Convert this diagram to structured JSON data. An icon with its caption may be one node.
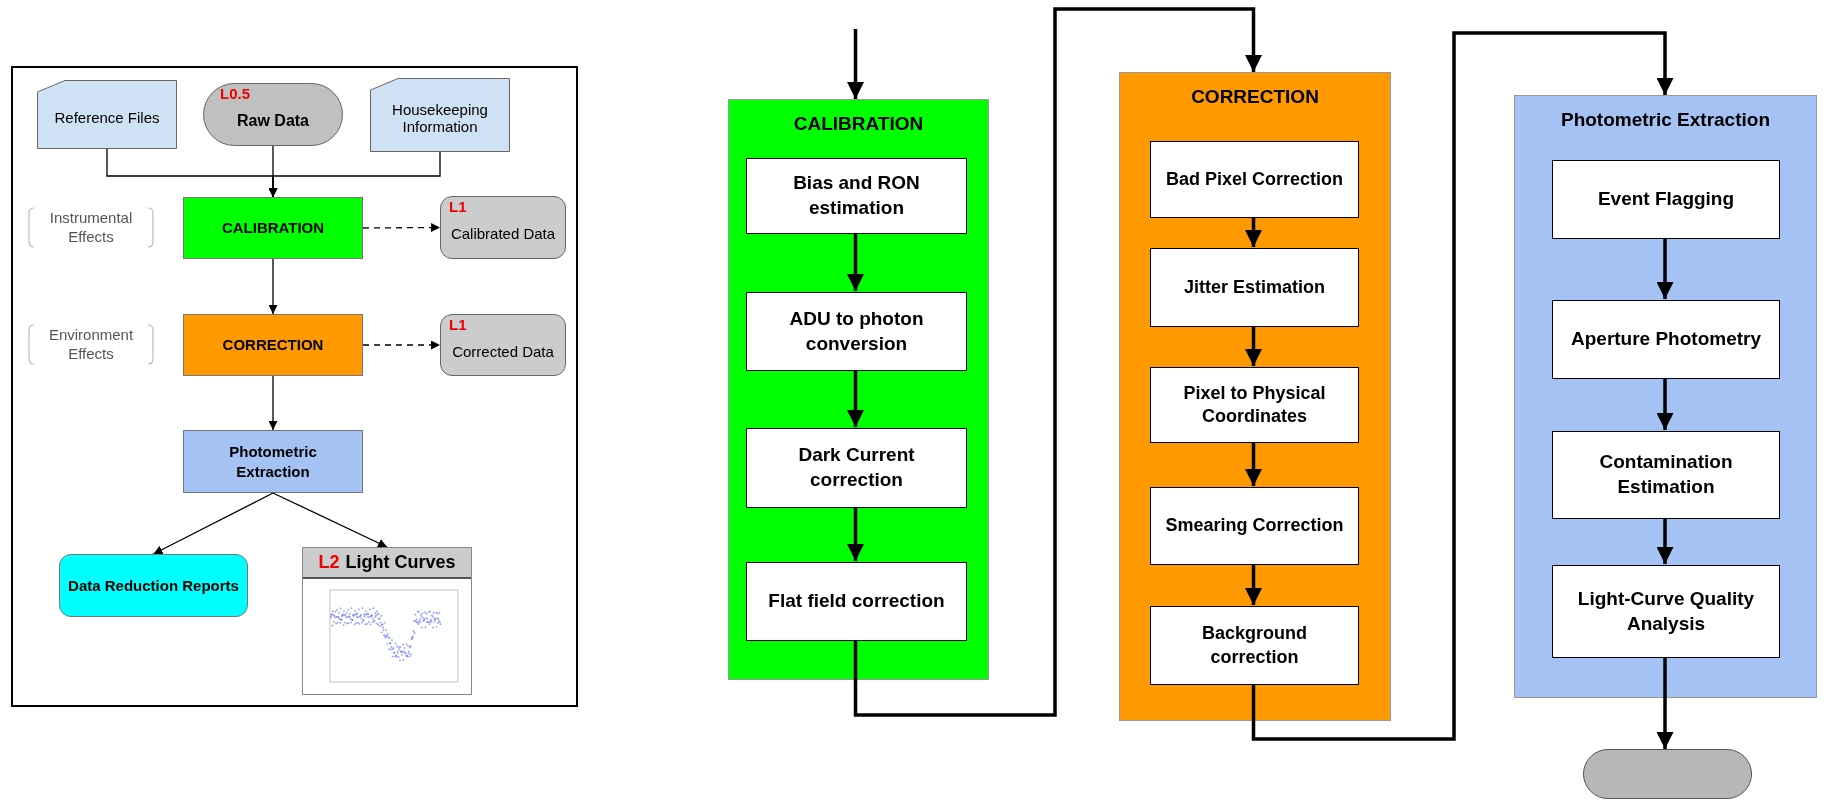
{
  "diagram": {
    "nodes": [
      {
        "text": [
          "Reference Files"
        ]
      },
      {
        "text": [
          "L0.5",
          "Raw Data"
        ]
      },
      {
        "text": [
          "Housekeeping Information"
        ]
      },
      {
        "text": [
          "CALIBRATION"
        ]
      },
      {
        "text": [
          "L1",
          "Calibrated Data"
        ]
      },
      {
        "text": [
          "CORRECTION"
        ]
      },
      {
        "text": [
          "L1",
          "Corrected Data"
        ]
      },
      {
        "text": [
          "Photometric Extraction"
        ]
      },
      {
        "text": [
          "Data Reduction Reports"
        ]
      },
      {
        "text": [
          "L2",
          "Light Curves"
        ]
      },
      {
        "text": [
          "CALIBRATION"
        ]
      },
      {
        "text": [
          "Bias and RON estimation"
        ],
        "in": 10
      },
      {
        "text": [
          "ADU to photon conversion"
        ],
        "in": 10
      },
      {
        "text": [
          "Dark Current correction"
        ],
        "in": 10
      },
      {
        "text": [
          "Flat field correction"
        ],
        "in": 10
      },
      {
        "text": [
          "CORRECTION"
        ]
      },
      {
        "text": [
          "Bad Pixel Correction"
        ],
        "in": 15
      },
      {
        "text": [
          "Jitter Estimation"
        ],
        "in": 15
      },
      {
        "text": [
          "Pixel to Physical Coordinates"
        ],
        "in": 15
      },
      {
        "text": [
          "Smearing Correction"
        ],
        "in": 15
      },
      {
        "text": [
          "Background correction"
        ],
        "in": 15
      },
      {
        "text": [
          "Photometric Extraction"
        ]
      },
      {
        "text": [
          "Event Flagging"
        ],
        "in": 21
      },
      {
        "text": [
          "Aperture Photometry"
        ],
        "in": 21
      },
      {
        "text": [
          "Contamination Estimation"
        ],
        "in": 21
      },
      {
        "text": [
          "Light-Curve Quality Analysis"
        ],
        "in": 21
      },
      {
        "text": [],
        "shape": "capsule"
      }
    ],
    "edges": [
      {
        "from": 0,
        "to": 3,
        "arrow": "to"
      },
      {
        "from": 1,
        "to": 3,
        "arrow": "to"
      },
      {
        "from": 2,
        "to": 3,
        "arrow": "to"
      },
      {
        "from": 3,
        "to": 4,
        "arrow": "to",
        "style": "dashed"
      },
      {
        "from": 3,
        "to": 5,
        "arrow": "to"
      },
      {
        "from": 5,
        "to": 6,
        "arrow": "to",
        "style": "dashed"
      },
      {
        "from": 5,
        "to": 7,
        "arrow": "to"
      },
      {
        "from": 7,
        "to": 8,
        "arrow": "to"
      },
      {
        "from": 7,
        "to": 9,
        "arrow": "to"
      },
      {
        "from": null,
        "to": 10,
        "arrow": "to"
      },
      {
        "from": 11,
        "to": 12,
        "arrow": "to"
      },
      {
        "from": 12,
        "to": 13,
        "arrow": "to"
      },
      {
        "from": 13,
        "to": 14,
        "arrow": "to"
      },
      {
        "from": 14,
        "to": 15,
        "arrow": "to"
      },
      {
        "from": 16,
        "to": 17,
        "arrow": "to"
      },
      {
        "from": 17,
        "to": 18,
        "arrow": "to"
      },
      {
        "from": 18,
        "to": 19,
        "arrow": "to"
      },
      {
        "from": 19,
        "to": 20,
        "arrow": "to"
      },
      {
        "from": 20,
        "to": 21,
        "arrow": "to"
      },
      {
        "from": 22,
        "to": 23,
        "arrow": "to"
      },
      {
        "from": 23,
        "to": 24,
        "arrow": "to"
      },
      {
        "from": 24,
        "to": 25,
        "arrow": "to"
      },
      {
        "from": 25,
        "to": 26,
        "arrow": "to"
      }
    ],
    "labels": [
      "Instrumental Effects",
      "Environment Effects"
    ]
  }
}
